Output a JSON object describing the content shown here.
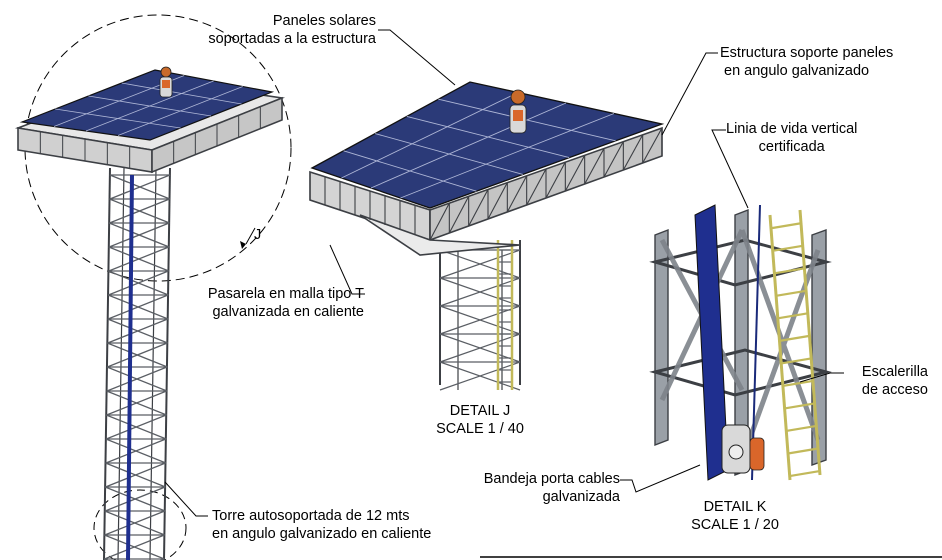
{
  "labels": {
    "paneles_line1": "Paneles solares",
    "paneles_line2": "soportadas a la estructura",
    "estructura_line1": "Estructura soporte paneles",
    "estructura_line2": "en angulo galvanizado",
    "linia_line1": "Linia de vida vertical",
    "linia_line2": "certificada",
    "pasarela_line1": "Pasarela en malla tipo T",
    "pasarela_line2": "galvanizada en caliente",
    "escalerilla_line1": "Escalerilla",
    "escalerilla_line2": "de acceso",
    "bandeja_line1": "Bandeja porta cables",
    "bandeja_line2": "galvanizada",
    "torre_line1": "Torre autosoportada de 12 mts",
    "torre_line2": "en angulo galvanizado en caliente",
    "detail_j_title": "DETAIL  J",
    "detail_j_scale": "SCALE 1 / 40",
    "detail_k_title": "DETAIL  K",
    "detail_k_scale": "SCALE 1 / 20",
    "detail_j_marker": "J"
  },
  "colors": {
    "panel": "#2b3a78",
    "panel_grid": "#aeb6d6",
    "steel": "#8a8f96",
    "steel_dark": "#3c3f44",
    "ladder": "#c2b95a",
    "cable_tray": "#1f2f8f",
    "worker_suit": "#d9d9d9",
    "worker_vest": "#d9662a"
  }
}
